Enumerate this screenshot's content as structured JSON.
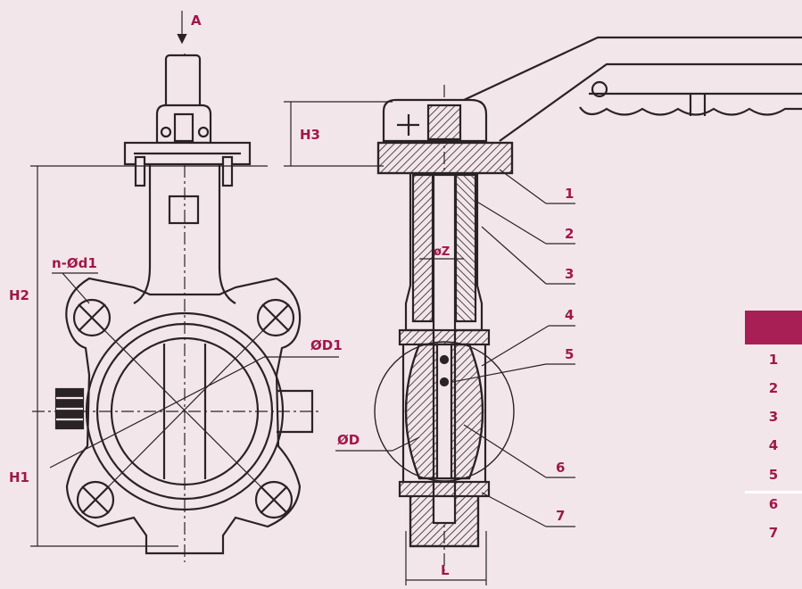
{
  "labels": {
    "arrow_a": "A",
    "h1": "H1",
    "h2": "H2",
    "h3": "H3",
    "holes": "n-Ød1",
    "d1": "ØD1",
    "d": "ØD",
    "z": "øZ",
    "l": "L"
  },
  "callouts": [
    "1",
    "2",
    "3",
    "4",
    "5",
    "6",
    "7"
  ],
  "side_panel": {
    "numbers": [
      "1",
      "2",
      "3",
      "4",
      "5",
      "6",
      "7"
    ]
  },
  "colors": {
    "background": "#f3e6ea",
    "line": "#2a2326",
    "accent": "#a0184a",
    "panel": "#a81f55"
  }
}
